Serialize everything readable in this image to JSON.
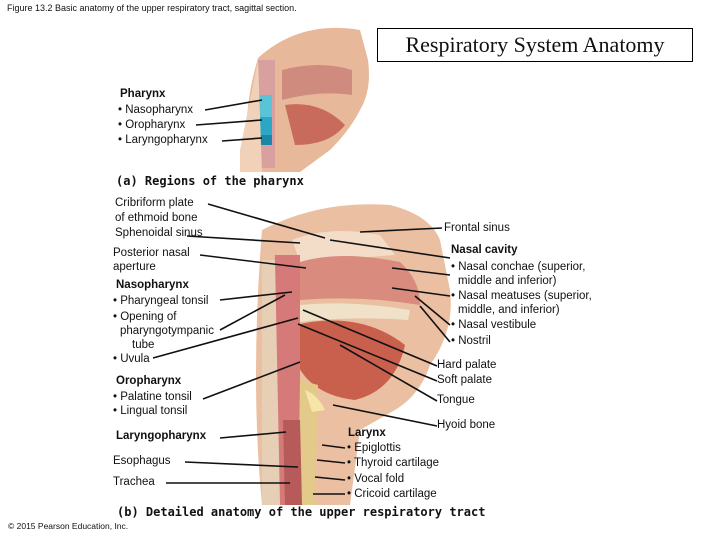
{
  "figure_caption": "Figure 13.2 Basic anatomy of the upper respiratory tract, sagittal section.",
  "slide_title": "Respiratory System Anatomy",
  "panel_a": {
    "heading": "Pharynx",
    "items": [
      "• Nasopharynx",
      "• Oropharynx",
      "• Laryngopharynx"
    ],
    "caption": "(a) Regions of the pharynx"
  },
  "panel_b": {
    "left": {
      "cribriform": "Cribriform plate",
      "ethmoid": "of ethmoid bone",
      "sphenoidal": "Sphenoidal sinus",
      "post_nasal_1": "Posterior nasal",
      "post_nasal_2": "aperture",
      "nasopharynx": "Nasopharynx",
      "naso_items": [
        "• Pharyngeal tonsil",
        "• Opening of",
        "pharyngotympanic",
        "tube",
        "• Uvula"
      ],
      "oropharynx": "Oropharynx",
      "oro_items": [
        "• Palatine tonsil",
        "• Lingual tonsil"
      ],
      "laryngopharynx": "Laryngopharynx",
      "esophagus": "Esophagus",
      "trachea": "Trachea"
    },
    "right": {
      "frontal_sinus": "Frontal sinus",
      "nasal_cavity": "Nasal cavity",
      "nasal_items": [
        "• Nasal conchae (superior,",
        "middle and inferior)",
        "• Nasal meatuses (superior,",
        "middle, and inferior)",
        "• Nasal vestibule",
        "• Nostril"
      ],
      "hard_palate": "Hard palate",
      "soft_palate": "Soft palate",
      "tongue": "Tongue",
      "hyoid": "Hyoid bone",
      "larynx": "Larynx",
      "larynx_items": [
        "• Epiglottis",
        "• Thyroid cartilage",
        "• Vocal fold",
        "• Cricoid cartilage"
      ]
    },
    "caption": "(b) Detailed anatomy of the upper respiratory tract"
  },
  "copyright": "© 2015 Pearson Education, Inc."
}
